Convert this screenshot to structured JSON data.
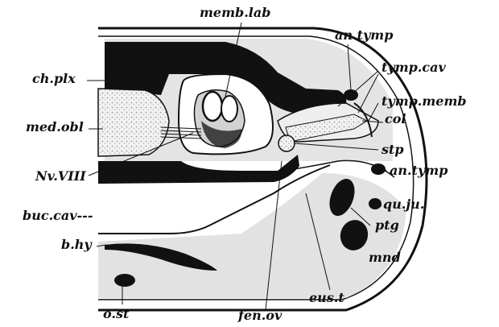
{
  "figure": {
    "ink_color": "#111111",
    "fill_light": "#d9d9d9",
    "fill_speckle": "#bdbdbd",
    "paper": "#ffffff"
  },
  "labels": {
    "memb_lab": "memb.lab",
    "an_tymp_top": "an.tymp",
    "ch_plx": "ch.plx",
    "tymp_cav": "tymp.cav",
    "tymp_memb": "tymp.memb",
    "med_obl": "med.obl",
    "col": "col",
    "stp": "stp",
    "nv_viii": "Nv.VIII",
    "an_tymp_mid": "an.tymp",
    "qu_ju": "qu.ju.",
    "buc_cav": "buc.cav---",
    "ptg": "ptg",
    "b_hy": "b.hy",
    "mnd": "mnd",
    "eus_t": "eus.t",
    "o_st": "o.st",
    "fen_ov": "fen.ov"
  }
}
